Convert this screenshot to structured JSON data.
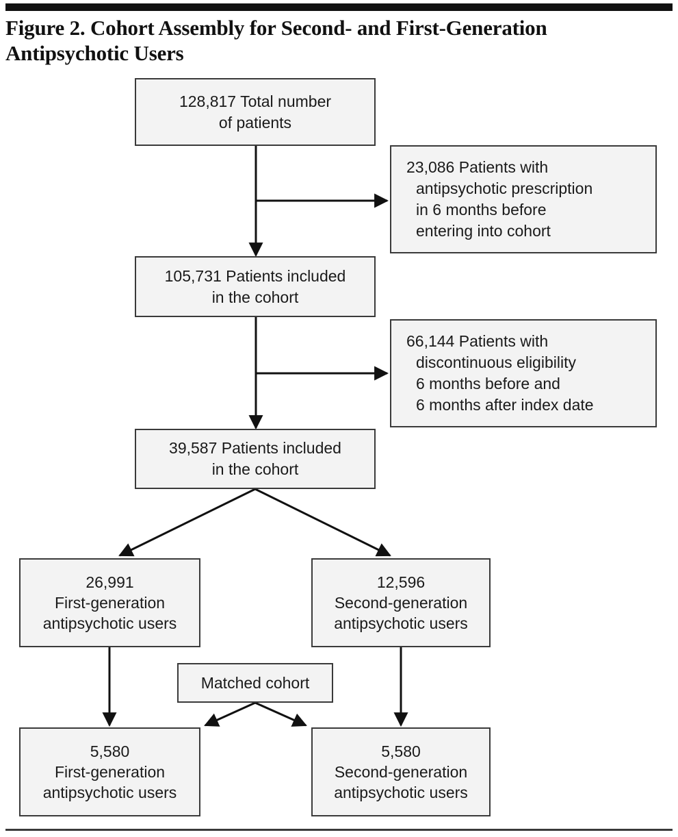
{
  "figure": {
    "title": "Figure 2. Cohort Assembly for Second- and First-Generation Antipsychotic Users",
    "accent_border": "#3a3a3a",
    "box_fill": "#f3f3f3",
    "rule_color": "#111111"
  },
  "nodes": {
    "total_patients": {
      "label": "128,817 Total number\nof patients",
      "count": "128,817",
      "description": "Total number of patients"
    },
    "excluded_prior_rx": {
      "label": "23,086 Patients with\nantipsychotic prescription\nin 6 months before\nentering into cohort",
      "count": "23,086",
      "description": "Patients with antipsychotic prescription in 6 months before entering into cohort"
    },
    "cohort_after_rx": {
      "label": "105,731 Patients included\nin the cohort",
      "count": "105,731",
      "description": "Patients included in the cohort"
    },
    "excluded_eligibility": {
      "label": "66,144 Patients with\ndiscontinuous eligibility\n6 months before and\n6 months after index date",
      "count": "66,144",
      "description": "Patients with discontinuous eligibility 6 months before and 6 months after index date"
    },
    "cohort_final": {
      "label": "39,587 Patients included\nin the cohort",
      "count": "39,587",
      "description": "Patients included in the cohort"
    },
    "fga_users": {
      "label": "26,991\nFirst-generation\nantipsychotic users",
      "count": "26,991",
      "description": "First-generation antipsychotic users"
    },
    "sga_users": {
      "label": "12,596\nSecond-generation\nantipsychotic users",
      "count": "12,596",
      "description": "Second-generation antipsychotic users"
    },
    "matched_cohort": {
      "label": "Matched cohort"
    },
    "fga_matched": {
      "label": "5,580\nFirst-generation\nantipsychotic users",
      "count": "5,580",
      "description": "First-generation antipsychotic users"
    },
    "sga_matched": {
      "label": "5,580\nSecond-generation\nantipsychotic users",
      "count": "5,580",
      "description": "Second-generation antipsychotic users"
    }
  },
  "chart_data": {
    "type": "diagram",
    "title": "Figure 2. Cohort Assembly for Second- and First-Generation Antipsychotic Users",
    "diagram_kind": "flowchart",
    "nodes": [
      {
        "id": "total_patients",
        "value": 128817,
        "text": "128,817 Total number of patients",
        "level": 0
      },
      {
        "id": "excluded_prior_rx",
        "value": 23086,
        "text": "23,086 Patients with antipsychotic prescription in 6 months before entering into cohort",
        "level": 0,
        "role": "exclusion"
      },
      {
        "id": "cohort_after_rx",
        "value": 105731,
        "text": "105,731 Patients included in the cohort",
        "level": 1
      },
      {
        "id": "excluded_eligibility",
        "value": 66144,
        "text": "66,144 Patients with discontinuous eligibility 6 months before and 6 months after index date",
        "level": 1,
        "role": "exclusion"
      },
      {
        "id": "cohort_final",
        "value": 39587,
        "text": "39,587 Patients included in the cohort",
        "level": 2
      },
      {
        "id": "fga_users",
        "value": 26991,
        "text": "26,991 First-generation antipsychotic users",
        "level": 3
      },
      {
        "id": "sga_users",
        "value": 12596,
        "text": "12,596 Second-generation antipsychotic users",
        "level": 3
      },
      {
        "id": "matched_cohort",
        "value": null,
        "text": "Matched cohort",
        "level": 4,
        "role": "process"
      },
      {
        "id": "fga_matched",
        "value": 5580,
        "text": "5,580 First-generation antipsychotic users",
        "level": 5
      },
      {
        "id": "sga_matched",
        "value": 5580,
        "text": "5,580 Second-generation antipsychotic users",
        "level": 5
      }
    ],
    "edges": [
      {
        "from": "total_patients",
        "to": "excluded_prior_rx",
        "kind": "exclusion"
      },
      {
        "from": "total_patients",
        "to": "cohort_after_rx",
        "kind": "flow"
      },
      {
        "from": "cohort_after_rx",
        "to": "excluded_eligibility",
        "kind": "exclusion"
      },
      {
        "from": "cohort_after_rx",
        "to": "cohort_final",
        "kind": "flow"
      },
      {
        "from": "cohort_final",
        "to": "fga_users",
        "kind": "split"
      },
      {
        "from": "cohort_final",
        "to": "sga_users",
        "kind": "split"
      },
      {
        "from": "fga_users",
        "to": "fga_matched",
        "kind": "flow"
      },
      {
        "from": "sga_users",
        "to": "sga_matched",
        "kind": "flow"
      },
      {
        "from": "matched_cohort",
        "to": "fga_matched",
        "kind": "match"
      },
      {
        "from": "matched_cohort",
        "to": "sga_matched",
        "kind": "match"
      }
    ]
  }
}
